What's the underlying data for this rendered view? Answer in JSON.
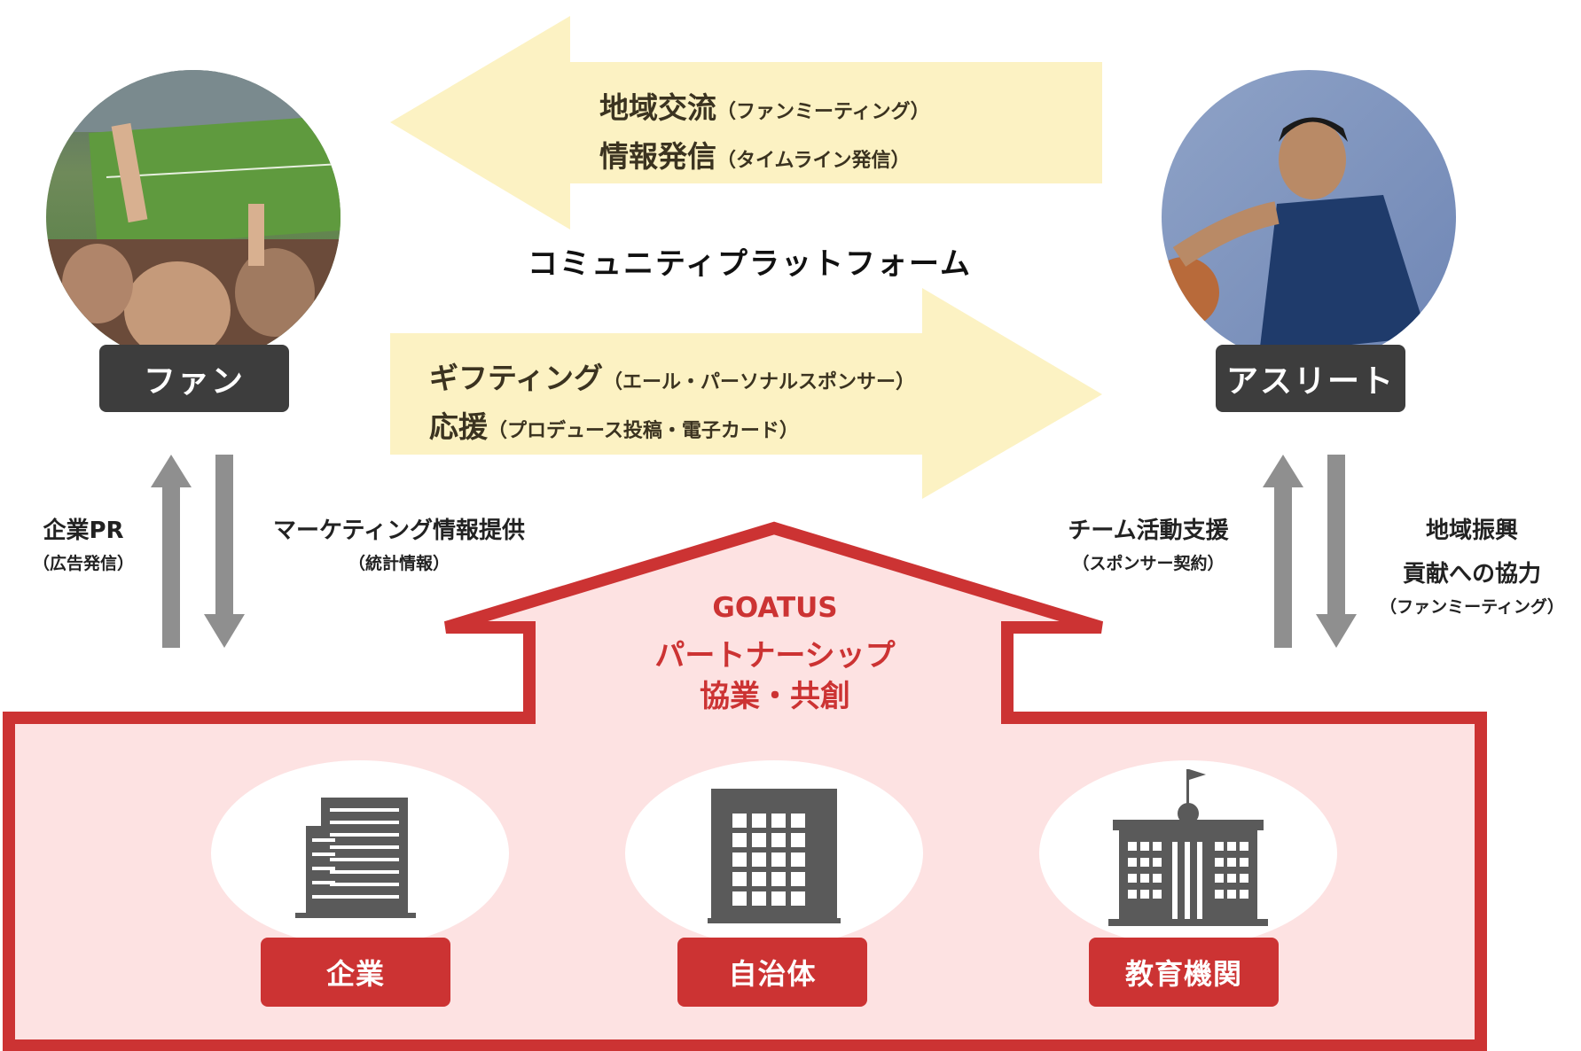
{
  "top_arrow": {
    "line1_main": "地域交流",
    "line1_sub": "（ファンミーティング）",
    "line2_main": "情報発信",
    "line2_sub": "（タイムライン発信）"
  },
  "platform_label": "コミュニティプラットフォーム",
  "bottom_arrow": {
    "line1_main": "ギフティング",
    "line1_sub": "（エール・パーソナルスポンサー）",
    "line2_main": "応援",
    "line2_sub": "（プロデュース投稿・電子カード）"
  },
  "fan": {
    "label": "ファン"
  },
  "athlete": {
    "label": "アスリート"
  },
  "left_up": {
    "main": "企業PR",
    "sub": "（広告発信）"
  },
  "left_down": {
    "main": "マーケティング情報提供",
    "sub": "（統計情報）"
  },
  "right_up": {
    "main": "チーム活動支援",
    "sub": "（スポンサー契約）"
  },
  "right_down": {
    "main1": "地域振興",
    "main2": "貢献への協力",
    "sub": "（ファンミーティング）"
  },
  "roof": {
    "line1": "GOATUS",
    "line2": "パートナーシップ",
    "line3": "協業・共創"
  },
  "partners": [
    {
      "label": "企業",
      "icon": "office-building-icon"
    },
    {
      "label": "自治体",
      "icon": "government-building-icon"
    },
    {
      "label": "教育機関",
      "icon": "school-building-icon"
    }
  ],
  "colors": {
    "accent_red": "#cc3333",
    "arrow_yellow": "#fcf2c3",
    "house_fill": "#fde2e2",
    "label_dark": "#3d3d3d",
    "gray_arrow": "#8f8f8f"
  }
}
